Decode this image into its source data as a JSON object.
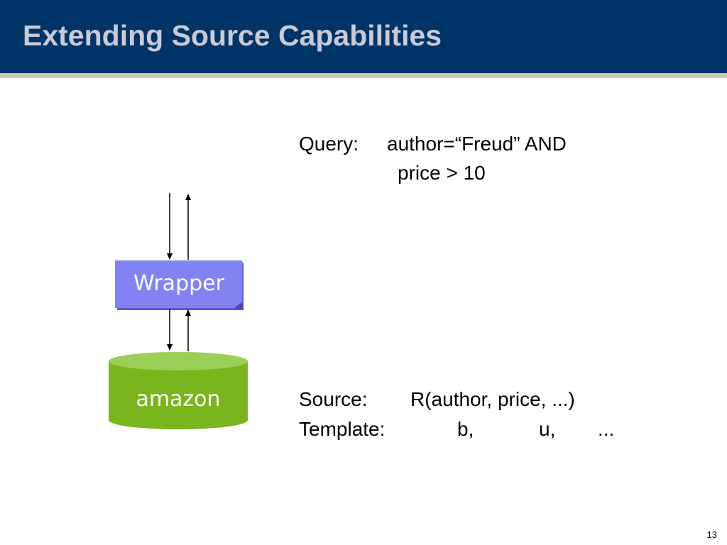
{
  "slide": {
    "title": "Extending Source Capabilities",
    "page_number": "13"
  },
  "diagram": {
    "wrapper_label": "Wrapper",
    "source_label": "amazon"
  },
  "query": {
    "label": "Query:",
    "line1": "author=“Freud”  AND",
    "line2": "price > 10"
  },
  "source": {
    "label": "Source:",
    "relation": "R(author, price, ...)"
  },
  "template": {
    "label": "Template:",
    "values": [
      "b,",
      "u,",
      "..."
    ]
  },
  "colors": {
    "title_bar": "#003366",
    "title_text": "#c9cbd9",
    "wrapper_fill": "#8080f0",
    "database_fill": "#7ab51d",
    "database_top": "#9ccf58"
  }
}
